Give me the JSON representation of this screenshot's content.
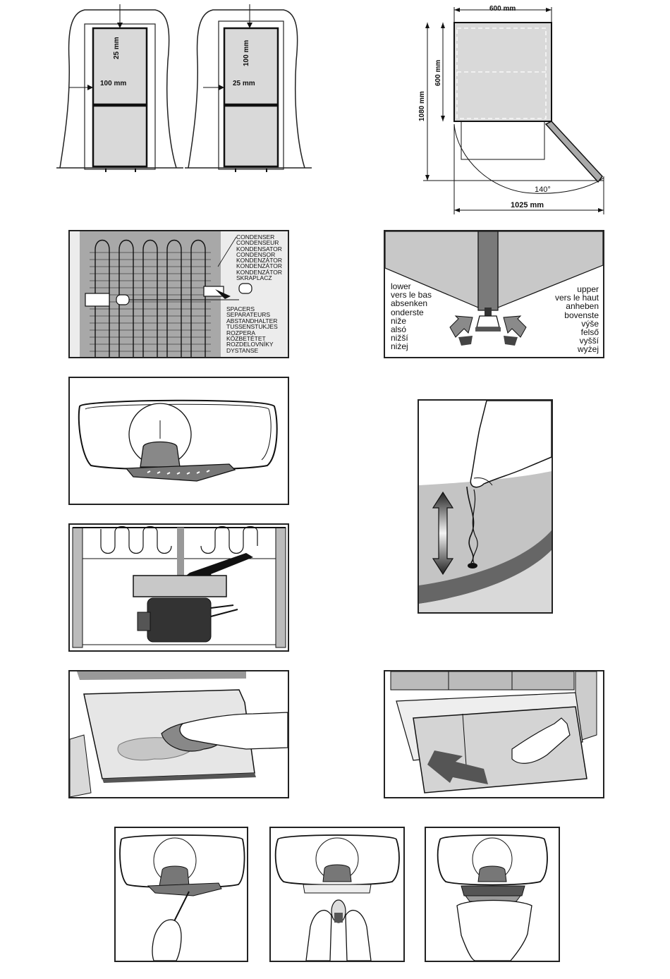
{
  "installation": {
    "fig_a": {
      "top_gap": "25 mm",
      "side_gap": "100 mm"
    },
    "fig_b": {
      "top_gap": "100 mm",
      "side_gap": "25 mm"
    },
    "dimensions": {
      "width": "600 mm",
      "depth": "600 mm",
      "height": "1080 mm",
      "door_angle": "140°",
      "depth_open": "1025 mm"
    }
  },
  "condenser_panel": {
    "condenser_labels": [
      "CONDENSER",
      "CONDENSEUR",
      "KONDENSATOR",
      "CONDENSOR",
      "KONDENZÁTOR",
      "KONDENZÁTOR",
      "KONDENZÁTOR",
      "SKRAPLACZ"
    ],
    "spacer_labels": [
      "SPACERS",
      "SEPARATEURS",
      "ABSTANDHALTER",
      "TUSSENSTUKJES",
      "ROZPERA",
      "KÖZBETÉTET",
      "ROZDELOVNÍKY",
      "DYSTANSE"
    ]
  },
  "feet_panel": {
    "lower_labels": [
      "lower",
      "vers le bas",
      "absenken",
      "onderste",
      "niže",
      "alsó",
      "nižší",
      "niżej"
    ],
    "upper_labels": [
      "upper",
      "vers le haut",
      "anheben",
      "bovenste",
      "výše",
      "felső",
      "vyšší",
      "wyżej"
    ]
  },
  "icons": [
    "lamp-cover-icon",
    "drain-stick-icon",
    "compressor-tray-icon",
    "wipe-cloth-icon",
    "crisper-drawer-icon",
    "screwdriver-icon",
    "bulb-icon",
    "cover-refit-icon"
  ]
}
